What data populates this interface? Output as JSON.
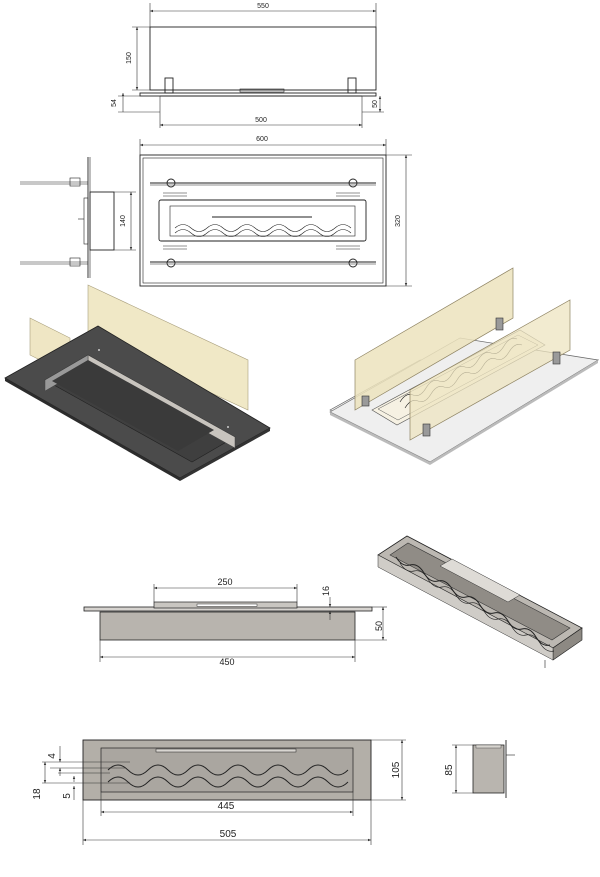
{
  "drawing": {
    "views": [
      {
        "id": "front-top",
        "dimensions": {
          "overall_width": "550",
          "glass_height": "150",
          "base_width": "500",
          "left_height": "54",
          "right_height": "50"
        }
      },
      {
        "id": "plan-top",
        "dimensions": {
          "plate_width": "600",
          "plate_height": "320",
          "burner_depth": "140"
        }
      },
      {
        "id": "iso-dark"
      },
      {
        "id": "iso-glass"
      },
      {
        "id": "burner-side",
        "dimensions": {
          "slot_length": "250",
          "flange_thickness": "16",
          "body_height": "50",
          "body_length": "450"
        }
      },
      {
        "id": "burner-iso"
      },
      {
        "id": "burner-plan",
        "dimensions": {
          "top_gap": "4",
          "wave_height": "18",
          "bottom_gap": "5",
          "inner_length": "445",
          "outer_length": "505",
          "outer_height": "105"
        }
      },
      {
        "id": "burner-end",
        "dimensions": {
          "height": "85"
        }
      }
    ]
  },
  "colors": {
    "glass_fill": "#f1ead0",
    "dark_plate": "#4a4a4a",
    "steel_gray": "#b7b3ad",
    "light_plate": "#eeeeee"
  }
}
